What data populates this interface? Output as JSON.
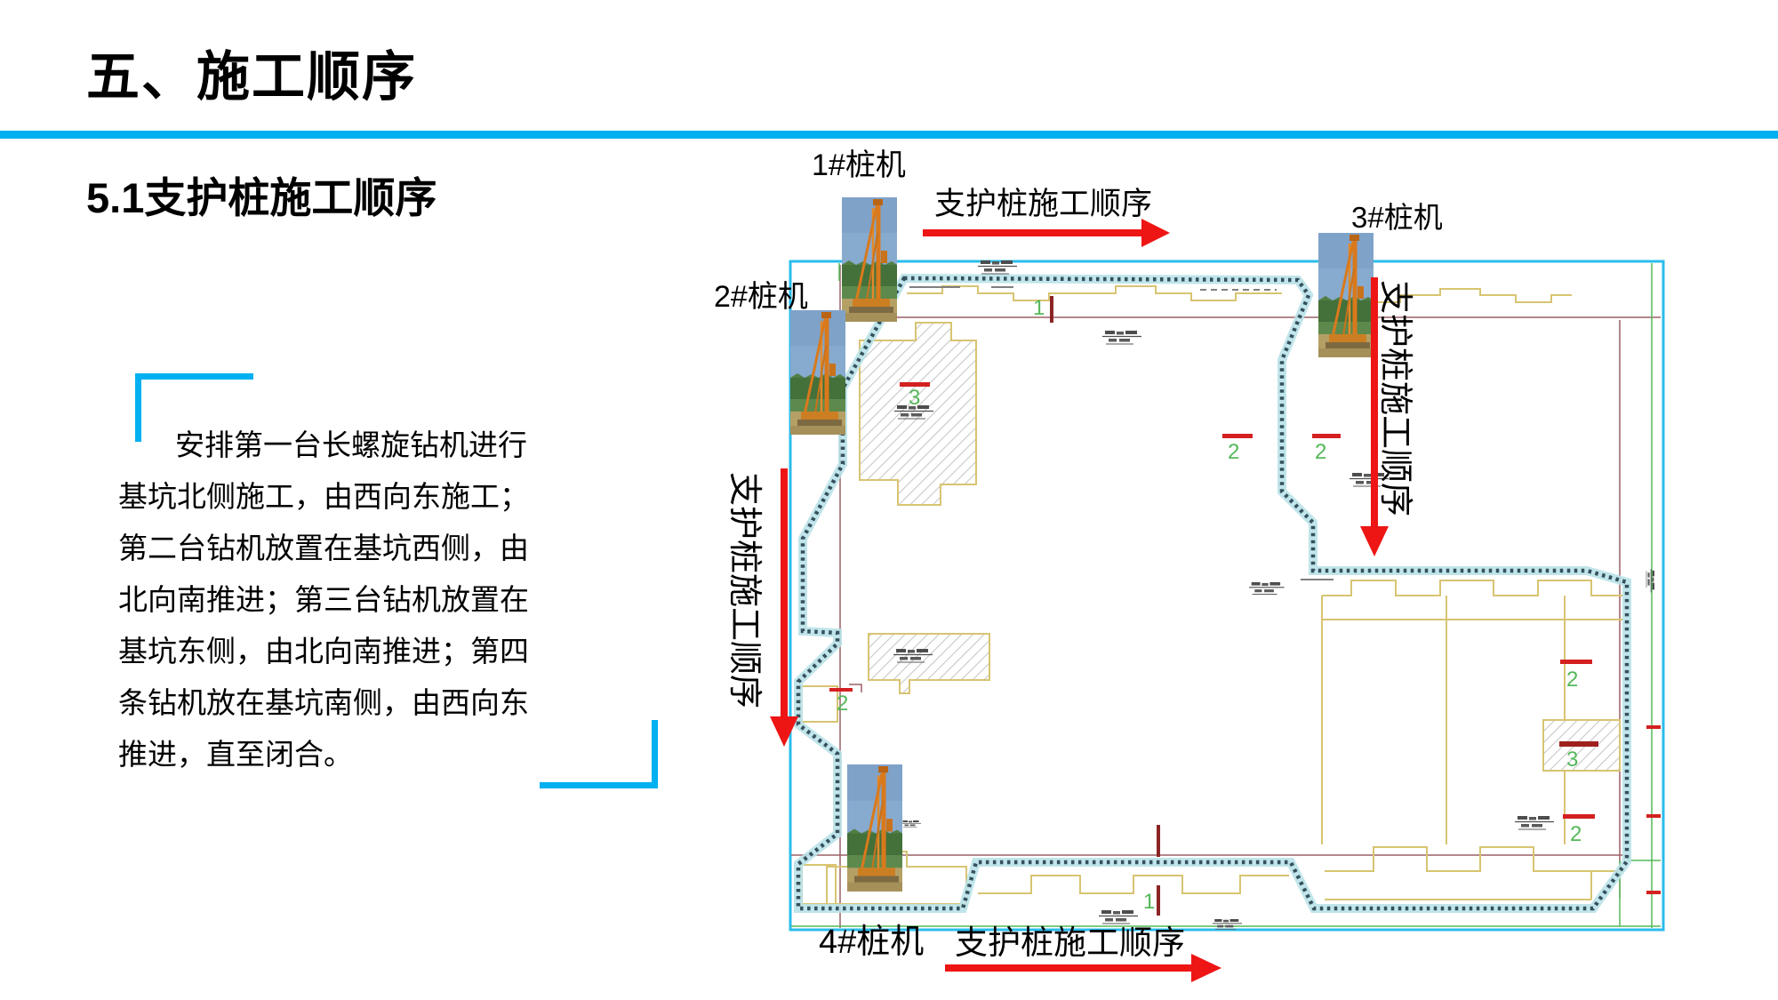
{
  "slide": {
    "title": "五、施工顺序",
    "subtitle": "5.1支护桩施工顺序",
    "accent_color": "#00b0f0",
    "body": {
      "lines": [
        "安排第一台长螺旋钻机进行",
        "基坑北侧施工，由西向东施工；",
        "第二台钻机放置在基坑西侧，由",
        "北向南推进；第三台钻机放置在",
        "基坑东侧，由北向南推进；第四",
        "条钻机放在基坑南侧，由西向东",
        "推进，直至闭合。"
      ]
    }
  },
  "diagram": {
    "machine_labels": {
      "m1": "1#桩机",
      "m2": "2#桩机",
      "m3": "3#桩机",
      "m4": "4#桩机"
    },
    "sequence_label_top": "支护桩施工顺序",
    "sequence_label_bottom": "支护桩施工顺序",
    "sequence_label_left": "支护桩施工顺序",
    "sequence_label_right": "支护桩施工顺序",
    "green_labels": [
      "3",
      "2",
      "2",
      "2",
      "2",
      "3",
      "1",
      "1",
      "2"
    ],
    "colors": {
      "plan_border": "#2bbcec",
      "pile_line": "#36515e",
      "pile_casing": "#b9e2e8",
      "building_line": "#d8c472",
      "grid_line": "#9a6066",
      "survey_green": "#55b85a",
      "marker_red": "#d42020",
      "tick_dark_red": "#8b2525",
      "arrow_red": "#ee1515"
    }
  }
}
